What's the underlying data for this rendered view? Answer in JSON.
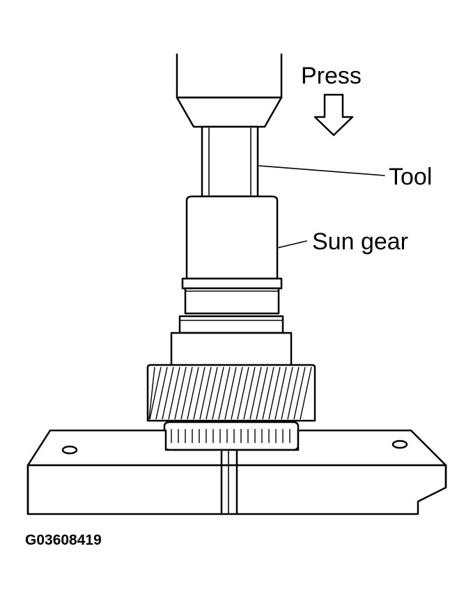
{
  "labels": {
    "press": "Press",
    "tool": "Tool",
    "sun_gear": "Sun gear"
  },
  "figure_id": "G03608419"
}
